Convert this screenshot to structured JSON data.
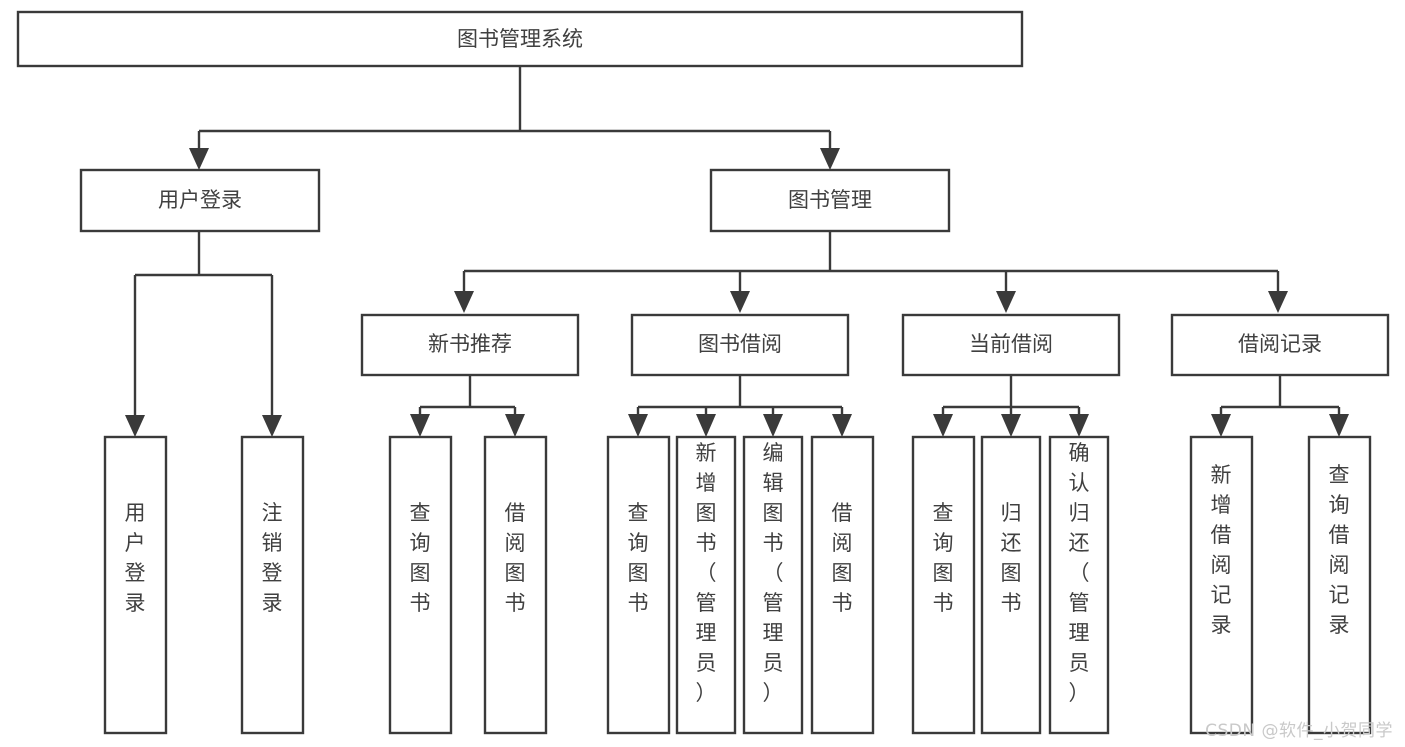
{
  "diagram": {
    "type": "tree-hierarchy",
    "title": "图书管理系统",
    "watermark": "CSDN @软件_小贺同学",
    "colors": {
      "stroke": "#3a3a3a",
      "fill": "#ffffff",
      "text": "#404040",
      "watermark": "#c9c9c9",
      "background": "#ffffff"
    },
    "levels": [
      {
        "level": 1,
        "nodes": [
          {
            "id": "root",
            "label": "图书管理系统",
            "orientation": "horizontal"
          }
        ]
      },
      {
        "level": 2,
        "nodes": [
          {
            "id": "login",
            "label": "用户登录",
            "orientation": "horizontal",
            "parent": "root"
          },
          {
            "id": "book-mgmt",
            "label": "图书管理",
            "orientation": "horizontal",
            "parent": "root"
          }
        ]
      },
      {
        "level": 3,
        "nodes": [
          {
            "id": "new-book-rec",
            "label": "新书推荐",
            "orientation": "horizontal",
            "parent": "book-mgmt"
          },
          {
            "id": "book-borrow",
            "label": "图书借阅",
            "orientation": "horizontal",
            "parent": "book-mgmt"
          },
          {
            "id": "current-borrow",
            "label": "当前借阅",
            "orientation": "horizontal",
            "parent": "book-mgmt"
          },
          {
            "id": "borrow-record",
            "label": "借阅记录",
            "orientation": "horizontal",
            "parent": "book-mgmt"
          }
        ]
      },
      {
        "level": 4,
        "nodes": [
          {
            "id": "leaf-1",
            "label": "用户登录",
            "orientation": "vertical",
            "parent": "login"
          },
          {
            "id": "leaf-2",
            "label": "注销登录",
            "orientation": "vertical",
            "parent": "login"
          },
          {
            "id": "leaf-3",
            "label": "查询图书",
            "orientation": "vertical",
            "parent": "new-book-rec"
          },
          {
            "id": "leaf-4",
            "label": "借阅图书",
            "orientation": "vertical",
            "parent": "new-book-rec"
          },
          {
            "id": "leaf-5",
            "label": "查询图书",
            "orientation": "vertical",
            "parent": "book-borrow"
          },
          {
            "id": "leaf-6",
            "label": "新增图书（管理员）",
            "orientation": "vertical",
            "parent": "book-borrow"
          },
          {
            "id": "leaf-7",
            "label": "编辑图书（管理员）",
            "orientation": "vertical",
            "parent": "book-borrow"
          },
          {
            "id": "leaf-8",
            "label": "借阅图书",
            "orientation": "vertical",
            "parent": "book-borrow"
          },
          {
            "id": "leaf-9",
            "label": "查询图书",
            "orientation": "vertical",
            "parent": "current-borrow"
          },
          {
            "id": "leaf-10",
            "label": "归还图书",
            "orientation": "vertical",
            "parent": "current-borrow"
          },
          {
            "id": "leaf-11",
            "label": "确认归还（管理员）",
            "orientation": "vertical",
            "parent": "current-borrow"
          },
          {
            "id": "leaf-12",
            "label": "新增借阅记录",
            "orientation": "vertical",
            "parent": "borrow-record"
          },
          {
            "id": "leaf-13",
            "label": "查询借阅记录",
            "orientation": "vertical",
            "parent": "borrow-record"
          }
        ]
      }
    ]
  }
}
